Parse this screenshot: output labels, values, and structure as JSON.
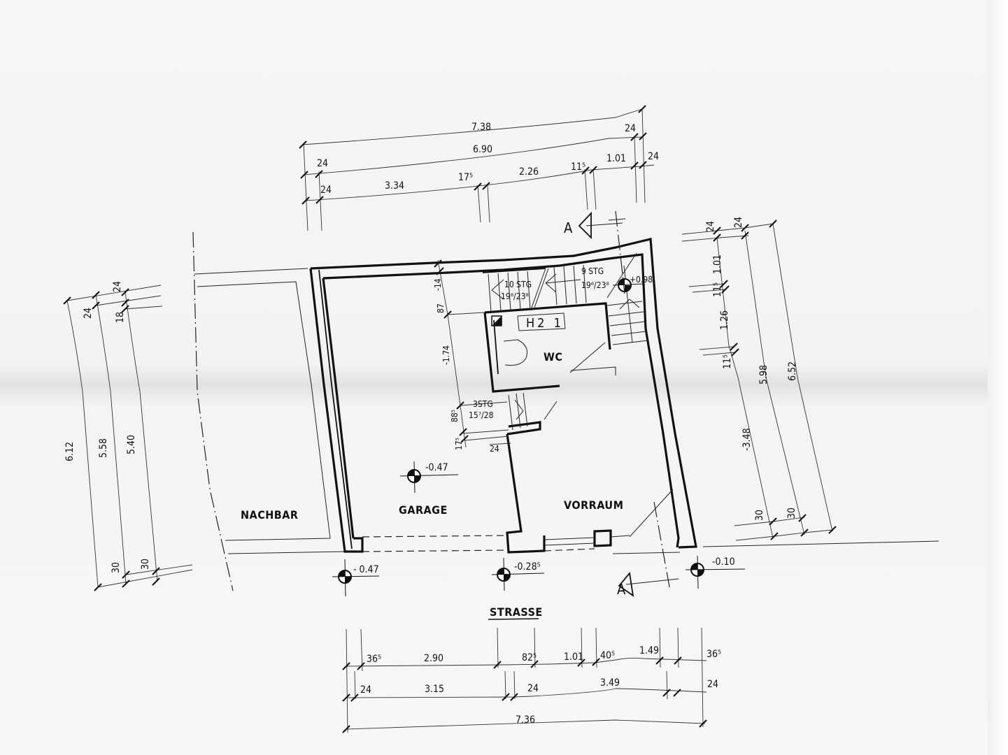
{
  "drawing": {
    "type": "floor-plan",
    "rooms": {
      "neighbor": "NACHBAR",
      "garage": "GARAGE",
      "wc": "WC",
      "vestibule": "VORRAUM",
      "heating": "H2 1"
    },
    "street_label": "STRASSE",
    "section_marker": "A",
    "stairs": [
      {
        "label": "10 STG",
        "ratio": "19⁸/23⁸"
      },
      {
        "label": "9 STG",
        "ratio": "19⁶/23⁸"
      },
      {
        "label": "3STG",
        "ratio": "15⁷/28"
      }
    ],
    "levels": {
      "garage": "-0.47",
      "front_left": "- 0.47",
      "front_mid": "-0.28⁵",
      "front_right": "-0.10",
      "stair_top": "+0.98"
    },
    "dimensions": {
      "top": {
        "row1": [
          "7.38",
          "24"
        ],
        "row2": [
          "24",
          "6.90",
          "24"
        ],
        "row3": [
          "24",
          "3.34",
          "17⁵",
          "2.26",
          "11⁵",
          "1.01",
          "24"
        ]
      },
      "bottom": {
        "row1": [
          "36⁵",
          "2.90",
          "82⁵",
          "1.01",
          "40⁵",
          "1.49",
          "36⁵"
        ],
        "row2": [
          "24",
          "3.15",
          "24",
          "3.49",
          "24"
        ],
        "row3": [
          "7.36"
        ]
      },
      "left": {
        "col1": [
          "6.12"
        ],
        "col2": [
          "24",
          "5.58",
          "30"
        ],
        "col3": [
          "24",
          "18",
          "5.40",
          "30"
        ]
      },
      "right": {
        "col1": [
          "24",
          "1.01",
          "11⁵",
          "1.26",
          "11⁵",
          "-3.48",
          "30"
        ],
        "col2": [
          "24",
          "5.98",
          "30"
        ],
        "col3": [
          "6.52"
        ]
      },
      "interior": [
        "-14",
        "87",
        "-1.74",
        "88⁵",
        "17⁵",
        "24"
      ]
    }
  }
}
